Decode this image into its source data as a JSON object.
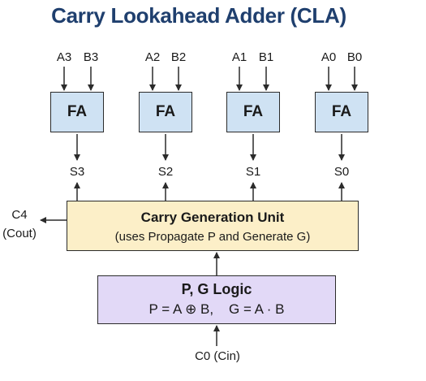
{
  "title": "Carry Lookahead Adder (CLA)",
  "stages": [
    {
      "a": "A3",
      "b": "B3",
      "block": "FA",
      "sum": "S3"
    },
    {
      "a": "A2",
      "b": "B2",
      "block": "FA",
      "sum": "S2"
    },
    {
      "a": "A1",
      "b": "B1",
      "block": "FA",
      "sum": "S1"
    },
    {
      "a": "A0",
      "b": "B0",
      "block": "FA",
      "sum": "S0"
    }
  ],
  "carry_unit": {
    "title": "Carry Generation Unit",
    "subtitle": "(uses Propagate P and Generate G)"
  },
  "pg_logic": {
    "title": "P, G Logic",
    "formula": "P = A ⊕ B,    G = A · B"
  },
  "carry_out": {
    "line1": "C4",
    "line2": "(Cout)"
  },
  "carry_in": "C0 (Cin)",
  "colors": {
    "title": "#1f3f6e",
    "fa_fill": "#cfe2f3",
    "carry_unit_fill": "#fcefc8",
    "pg_logic_fill": "#e2d9f7",
    "stroke": "#2b2b2b"
  }
}
